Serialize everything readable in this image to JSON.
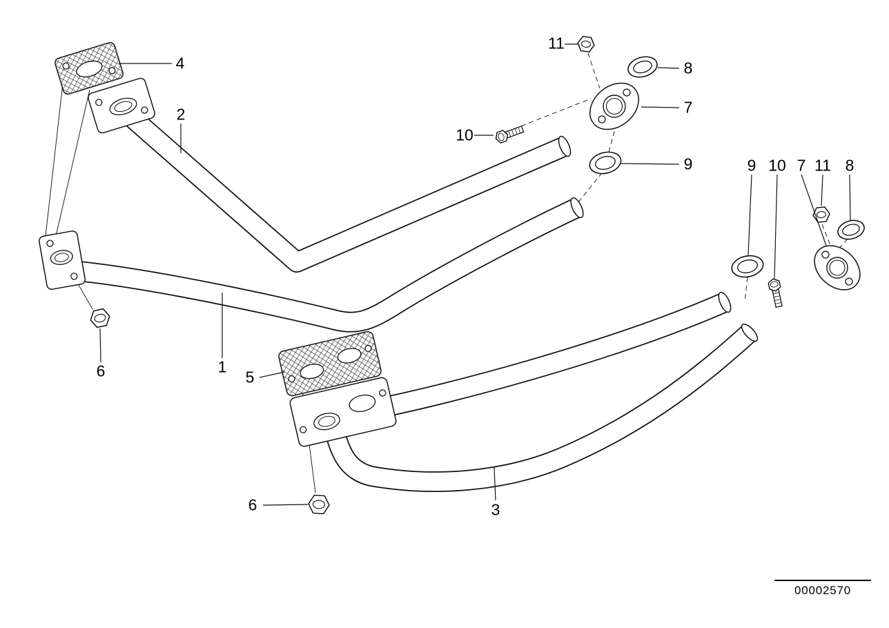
{
  "diagram": {
    "kind": "exhaust-front-pipes-parts-diagram",
    "background_color": "#ffffff",
    "line_color": "#111111"
  },
  "callouts": [
    {
      "label": "4"
    },
    {
      "label": "2"
    },
    {
      "label": "11"
    },
    {
      "label": "8"
    },
    {
      "label": "7"
    },
    {
      "label": "10"
    },
    {
      "label": "9"
    },
    {
      "label": "9"
    },
    {
      "label": "10"
    },
    {
      "label": "7"
    },
    {
      "label": "11"
    },
    {
      "label": "8"
    },
    {
      "label": "6"
    },
    {
      "label": "1"
    },
    {
      "label": "5"
    },
    {
      "label": "6"
    },
    {
      "label": "3"
    }
  ],
  "footer": {
    "part_number": "00002570"
  }
}
